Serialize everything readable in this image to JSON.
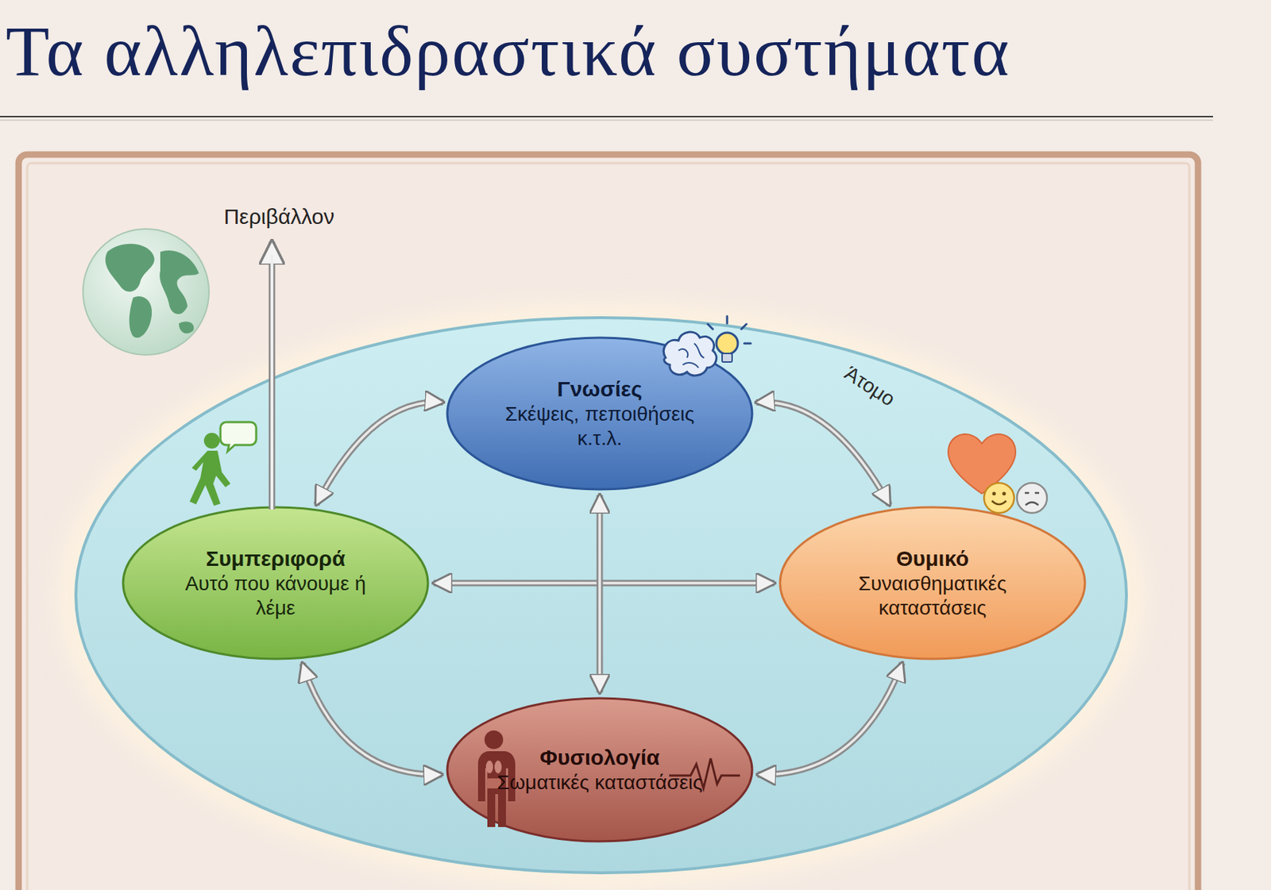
{
  "diagram": {
    "title": "Τα αλληλεπιδραστικά συστήματα",
    "nodes": [
      {
        "text": [
          "Άτομο"
        ]
      },
      {
        "text": [
          "Γνωσίες",
          "Σκέψεις, πεποιθήσεις κ.τ.λ."
        ],
        "in": 0
      },
      {
        "text": [
          "Συμπεριφορά",
          "Αυτό που κάνουμε ή λέμε"
        ],
        "in": 0
      },
      {
        "text": [
          "Θυμικό",
          "Συναισθηματικές καταστάσεις"
        ],
        "in": 0
      },
      {
        "text": [
          "Φυσιολογία",
          "Σωματικές καταστάσεις"
        ],
        "in": 0
      }
    ],
    "edges": [
      {
        "from": 1,
        "to": 2,
        "arrow": "both"
      },
      {
        "from": 1,
        "to": 3,
        "arrow": "both"
      },
      {
        "from": 2,
        "to": 3,
        "arrow": "both"
      },
      {
        "from": 1,
        "to": 4,
        "arrow": "both"
      },
      {
        "from": 2,
        "to": 4,
        "arrow": "both"
      },
      {
        "from": 3,
        "to": 4,
        "arrow": "both"
      }
    ],
    "labels": [
      "Περιβάλλον"
    ]
  }
}
